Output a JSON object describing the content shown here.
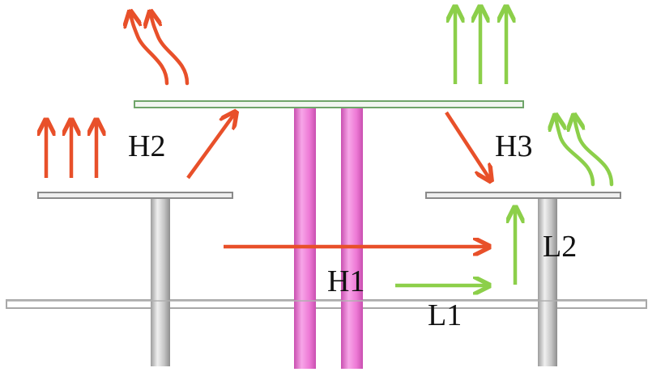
{
  "labels": {
    "h1": "H1",
    "h2": "H2",
    "h3": "H3",
    "l1": "L1",
    "l2": "L2"
  },
  "colors": {
    "red_arrow": "#e8502a",
    "green_arrow": "#8ccf4a",
    "pink_column": "#ee7ad6",
    "gray_column": "#bdbdbd",
    "plate_green": "#6fa56a",
    "plate_gray": "#9a9a9a"
  },
  "icons": {
    "wavy_arrow": "wavy-up-arrow-icon",
    "straight_arrow": "straight-up-arrow-icon"
  }
}
